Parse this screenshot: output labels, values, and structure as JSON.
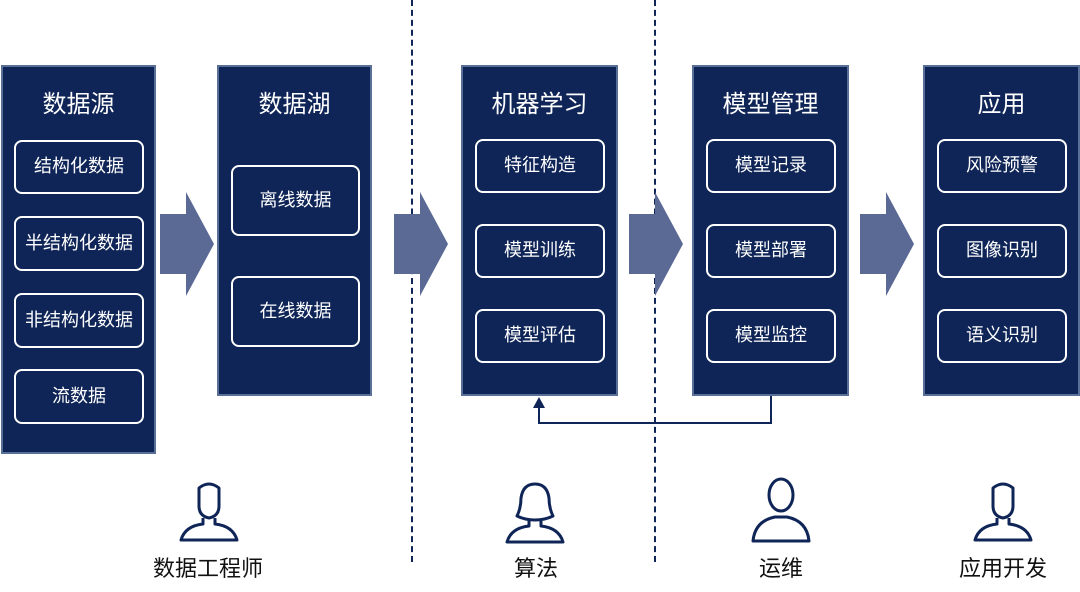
{
  "columns": [
    {
      "title": "数据源",
      "items": [
        "结构化数据",
        "半结构化数据",
        "非结构化数据",
        "流数据"
      ]
    },
    {
      "title": "数据湖",
      "items": [
        "离线数据",
        "在线数据"
      ]
    },
    {
      "title": "机器学习",
      "items": [
        "特征构造",
        "模型训练",
        "模型评估"
      ]
    },
    {
      "title": "模型管理",
      "items": [
        "模型记录",
        "模型部署",
        "模型监控"
      ]
    },
    {
      "title": "应用",
      "items": [
        "风险预警",
        "图像识别",
        "语义识别"
      ]
    }
  ],
  "roles": [
    "数据工程师",
    "算法",
    "运维",
    "应用开发"
  ],
  "colors": {
    "box_fill": "#0f2557",
    "box_border": "#5a6f98",
    "arrow": "#5b6a95",
    "line": "#0f2557"
  }
}
